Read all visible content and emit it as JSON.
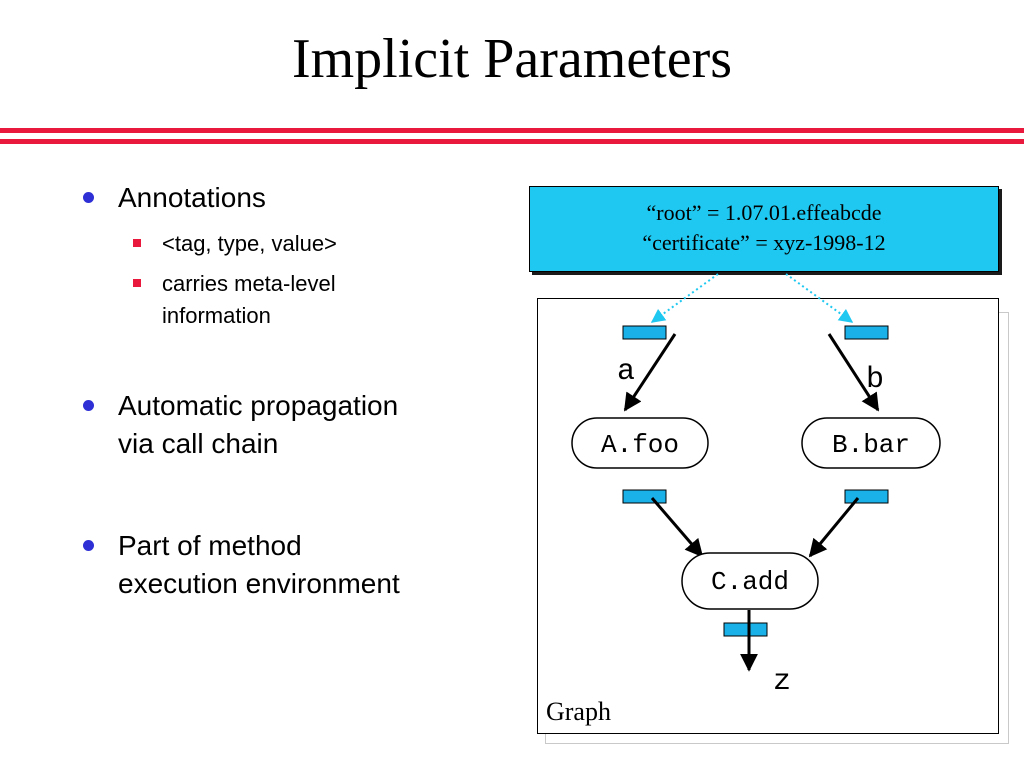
{
  "title": "Implicit Parameters",
  "bullets": {
    "annotations": "Annotations",
    "tag_type_value": "<tag, type, value>",
    "meta_line1": "carries meta-level",
    "meta_line2": "information",
    "auto_line1": "Automatic propagation",
    "auto_line2": "via call chain",
    "part_line1": "Part of method",
    "part_line2": "execution environment"
  },
  "infobox": {
    "line1": "“root” = 1.07.01.effeabcde",
    "line2": "“certificate” = xyz-1998-12"
  },
  "graph": {
    "nodes": {
      "afoo": "A.foo",
      "bbar": "B.bar",
      "cadd": "C.add"
    },
    "labels": {
      "a": "a",
      "b": "b",
      "z": "z"
    },
    "caption": "Graph"
  },
  "colors": {
    "accent_red": "#e8193c",
    "bullet_blue": "#2f2fd6",
    "infobox_cyan": "#1ec8f0",
    "slot_blue": "#1ab0e8"
  }
}
